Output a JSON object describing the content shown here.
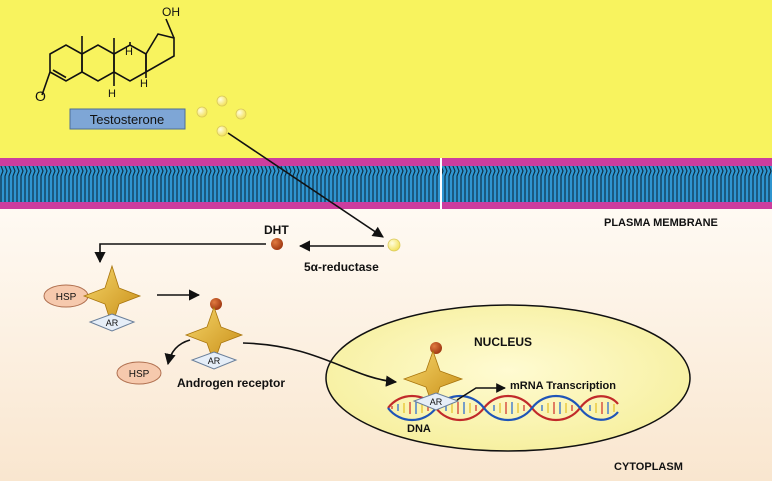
{
  "labels": {
    "testosterone": "Testosterone",
    "oh": "OH",
    "o": "O",
    "h1": "H",
    "h2": "H",
    "h3": "H",
    "dht": "DHT",
    "reductase": "5α-reductase",
    "plasma_membrane": "PLASMA MEMBRANE",
    "hsp_1": "HSP",
    "hsp_2": "HSP",
    "ar_1": "AR",
    "ar_2": "AR",
    "ar_3": "AR",
    "androgen_receptor": "Androgen receptor",
    "nucleus": "NUCLEUS",
    "mrna_transcription": "mRNA Transcription",
    "dna": "DNA",
    "cytoplasm": "CYTOPLASM"
  },
  "colors": {
    "extracellular": "#f8f35e",
    "membrane_head": "#cc3d9e",
    "membrane_core": "#2f95d0",
    "cytoplasm_top": "#fffaf3",
    "cytoplasm_bottom": "#f9e6cf",
    "nucleus_fill": "#fcf7bb",
    "receptor_gold": "#e8b62e",
    "hormone_dot": "#c2501a",
    "testosterone_dot": "#fff5a6",
    "hsp_fill": "#f6c9ad",
    "testosterone_box": "#7ea6d6"
  }
}
